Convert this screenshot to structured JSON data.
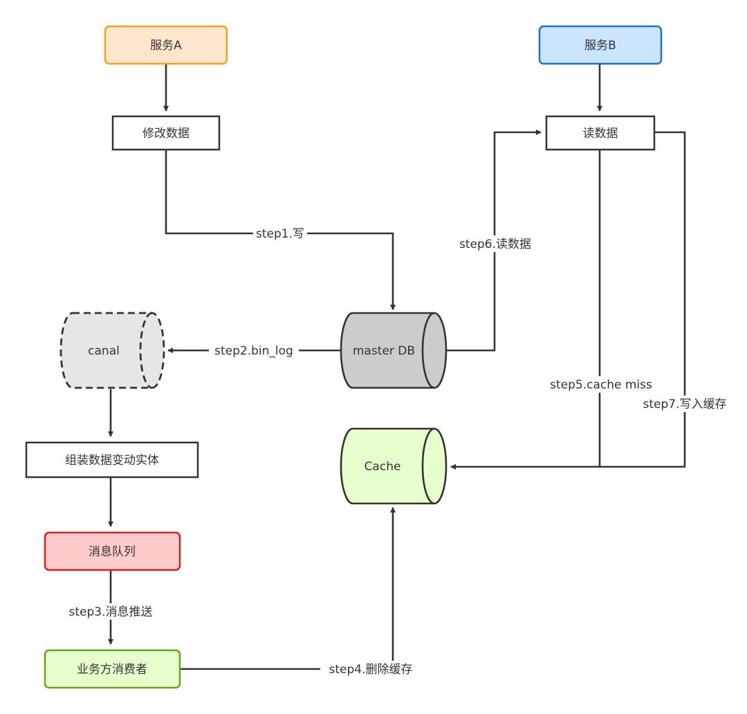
{
  "nodes": {
    "service_a": {
      "label": "服务A",
      "fill": "#ffe6cc",
      "stroke": "#f5a01e"
    },
    "modify_data": {
      "label": "修改数据"
    },
    "service_b": {
      "label": "服务B",
      "fill": "#cce5ff",
      "stroke": "#1c6fd4"
    },
    "read_data": {
      "label": "读数据"
    },
    "canal": {
      "label": "canal",
      "fill": "#e6e6e6"
    },
    "master_db": {
      "label": "master DB",
      "fill": "#cccccc"
    },
    "cache": {
      "label": "Cache",
      "fill": "#e6ffcc"
    },
    "assemble": {
      "label": "组装数据变动实体"
    },
    "mq": {
      "label": "消息队列",
      "fill": "#ffcccc",
      "stroke": "#e01b1b"
    },
    "consumer": {
      "label": "业务方消费者",
      "fill": "#e6ffcc",
      "stroke": "#5fa81a"
    }
  },
  "edges": {
    "step1": "step1.写",
    "step2": "step2.bin_log",
    "step3": "step3.消息推送",
    "step4": "step4.删除缓存",
    "step5": "step5.cache miss",
    "step6": "step6.读数据",
    "step7": "step7.写入缓存"
  }
}
